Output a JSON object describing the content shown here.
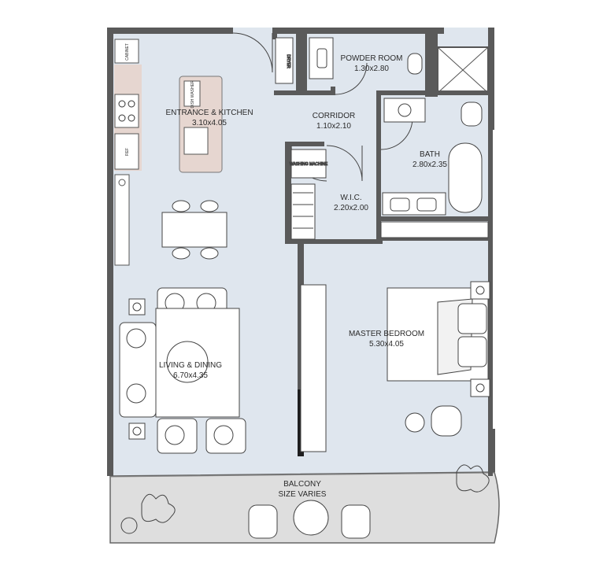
{
  "plan": {
    "rooms": [
      {
        "id": "kitchen",
        "name": "ENTRANCE & KITCHEN",
        "size": "3.10x4.05"
      },
      {
        "id": "powder",
        "name": "POWDER ROOM",
        "size": "1.30x2.80"
      },
      {
        "id": "corridor",
        "name": "CORRIDOR",
        "size": "1.10x2.10"
      },
      {
        "id": "bath",
        "name": "BATH",
        "size": "2.80x2.35"
      },
      {
        "id": "wic",
        "name": "W.I.C.",
        "size": "2.20x2.00"
      },
      {
        "id": "living",
        "name": "LIVING & DINING",
        "size": "6.70x4.35"
      },
      {
        "id": "bedroom",
        "name": "MASTER BEDROOM",
        "size": "5.30x4.05"
      },
      {
        "id": "balcony",
        "name": "BALCONY",
        "size": "SIZE VARIES"
      }
    ],
    "fixtures": {
      "cabinet": "CABINET",
      "ref": "REF",
      "dish": "DISH WASHER",
      "washing": "WASHING MACHINE",
      "dryer": "DRYER"
    },
    "colors": {
      "floor": "#dfe6ee",
      "wall": "#555555",
      "kitchen_counter": "#e6d6d0",
      "balcony": "#dedede"
    }
  }
}
